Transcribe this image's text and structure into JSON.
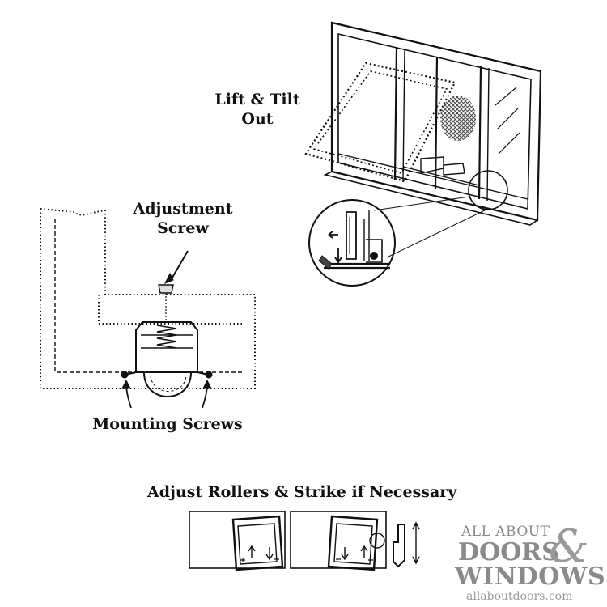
{
  "labels": {
    "lift_tilt_line1": "Lift & Tilt",
    "lift_tilt_line2": "Out",
    "adjustment_line1": "Adjustment",
    "adjustment_line2": "Screw",
    "mounting": "Mounting Screws",
    "adjust_rollers": "Adjust Rollers & Strike if Necessary"
  },
  "logo": {
    "line1": "ALL ABOUT",
    "doors": "DOORS",
    "ampersand": "&",
    "windows": "WINDOWS",
    "url": "allaboutdoors.com"
  },
  "colors": {
    "ink": "#111111",
    "screen_mesh": "#555555",
    "logo_gray": "#8a8a8a"
  }
}
